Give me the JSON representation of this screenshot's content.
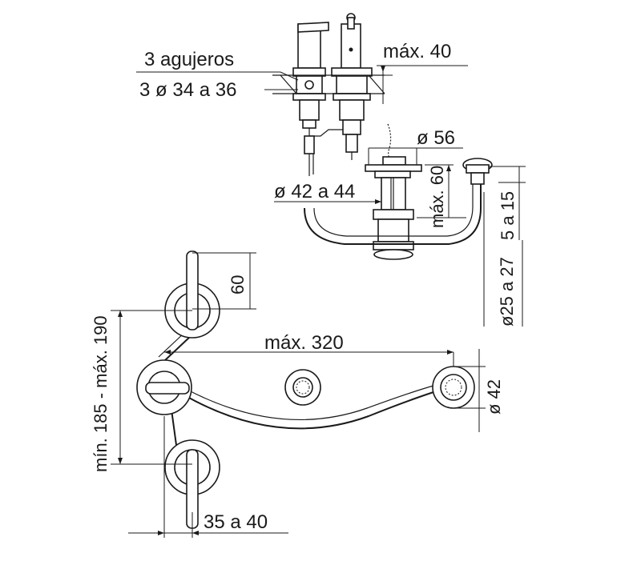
{
  "labels": {
    "holes_count": "3 agujeros",
    "holes_diameter": "3 ø 34 a 36",
    "max_40": "máx. 40",
    "diam_56": "ø 56",
    "diam_42_44": "ø 42 a 44",
    "max_60_side": "máx. 60",
    "max_60_top": "60",
    "range_5_15": "5 a 15",
    "diam_25_27": "ø25 a 27",
    "height_60": "60",
    "center_range": "mín. 185 - máx. 190",
    "max_320": "máx. 320",
    "diam_42": "ø 42",
    "range_35_40": "35 a 40"
  }
}
